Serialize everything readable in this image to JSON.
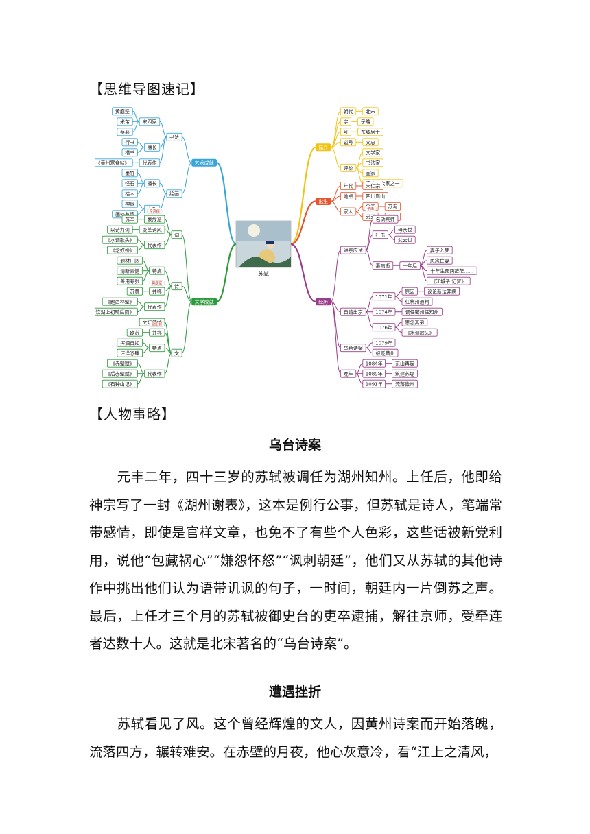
{
  "headings": {
    "mindmap": "【思维导图速记】",
    "story": "【人物事略】"
  },
  "mindmap": {
    "center": "苏轼",
    "left": [
      {
        "label": "艺术成就",
        "color": "#3aa6d8",
        "children": [
          {
            "label": "书法",
            "children": [
              {
                "label": "宋四家",
                "children": [
                  "黄庭坚",
                  "米芾",
                  "蔡襄"
                ]
              },
              {
                "label": "擅长",
                "children": [
                  "行书",
                  "楷书"
                ]
              },
              {
                "label": "代表作",
                "children": [
                  "《黄州寒食帖》"
                ]
              }
            ]
          },
          {
            "label": "绘画",
            "children": [
              {
                "label": "擅长",
                "children": [
                  "墨竹",
                  "怪石",
                  "枯木"
                ]
              },
              {
                "label": "主张",
                "children": [
                  "神似",
                  "画外有情"
                ]
              }
            ]
          }
        ]
      },
      {
        "label": "文学成就",
        "color": "#2e9a3e",
        "children": [
          {
            "label": "词",
            "children": [
              {
                "label": "豪放派",
                "note": "辛弃疾",
                "children": [
                  "苏辛"
                ]
              },
              {
                "label": "变革词风",
                "children": [
                  "以诗为词"
                ]
              },
              {
                "label": "代表作",
                "children": [
                  "《水调歌头》",
                  "《念奴娇》"
                ]
              }
            ]
          },
          {
            "label": "诗",
            "children": [
              {
                "label": "特点",
                "children": [
                  "题材广阔",
                  "清新豪健",
                  "善用夸张"
                ]
              },
              {
                "label": "并称",
                "note": "黄庭坚",
                "children": [
                  "苏黄"
                ]
              },
              {
                "label": "代表作",
                "children": [
                  "《题西林壁》",
                  "《饮湖上初晴后雨》"
                ]
              }
            ]
          },
          {
            "label": "文",
            "children": [
              {
                "label": "文坛领袖",
                "children": []
              },
              {
                "label": "并称",
                "note": "欧阳修",
                "children": [
                  "欧苏"
                ]
              },
              {
                "label": "特点",
                "children": [
                  "挥洒自如",
                  "汪洋恣肆"
                ]
              },
              {
                "label": "代表作",
                "children": [
                  "《赤壁赋》",
                  "《后赤壁赋》",
                  "《石钟山记》"
                ]
              }
            ]
          }
        ]
      }
    ],
    "right": [
      {
        "label": "简介",
        "color": "#f2c312",
        "children": [
          {
            "label": "朝代",
            "children": [
              "北宋"
            ]
          },
          {
            "label": "字",
            "children": [
              "子瞻"
            ]
          },
          {
            "label": "号",
            "children": [
              "东坡居士"
            ]
          },
          {
            "label": "谥号",
            "children": [
              "文忠"
            ]
          },
          {
            "label": "评价",
            "children": [
              "文学家",
              "书法家",
              "画家",
              "唐宋八大家之一"
            ]
          }
        ]
      },
      {
        "label": "出生",
        "color": "#e4552e",
        "children": [
          {
            "label": "年代",
            "children": [
              "宋仁宗"
            ]
          },
          {
            "label": "地点",
            "children": [
              "四川眉山"
            ]
          },
          {
            "label": "家人",
            "children": [
              {
                "label": "父亲",
                "children": [
                  "苏洵"
                ]
              },
              {
                "label": "弟弟",
                "note": "子由",
                "children": [
                  "苏辙"
                ]
              }
            ]
          }
        ]
      },
      {
        "label": "经历",
        "color": "#9a3d8a",
        "children": [
          {
            "label": "进京应试",
            "children": [
              {
                "label": "名动京师",
                "children": []
              },
              {
                "label": "打击",
                "children": [
                  "母亲世",
                  "父去世"
                ]
              },
              {
                "label": "妻病逝",
                "children": [
                  {
                    "label": "十年后",
                    "children": [
                      "妻子入梦",
                      "思念亡妻",
                      "十年生死两茫茫……",
                      "《江城子·记梦》"
                    ]
                  }
                ]
              }
            ]
          },
          {
            "label": "自请出京",
            "children": [
              {
                "label": "1071年",
                "children": [
                  {
                    "label": "原因",
                    "children": [
                      "议论新法弊病"
                    ]
                  },
                  {
                    "label": "任杭州通判",
                    "children": []
                  }
                ]
              },
              {
                "label": "1074年",
                "children": [
                  "调任密州任知州"
                ]
              },
              {
                "label": "1076年",
                "children": [
                  "思念其弟",
                  "《水调歌头》"
                ]
              }
            ]
          },
          {
            "label": "乌台诗案",
            "children": [
              "1079年",
              "被贬黄州"
            ]
          },
          {
            "label": "晚年",
            "children": [
              {
                "label": "1084年",
                "children": [
                  "东山再起"
                ]
              },
              {
                "label": "1089年",
                "children": [
                  "筑建苏堤"
                ]
              },
              {
                "label": "1091年",
                "children": [
                  "流落儋州"
                ]
              }
            ]
          }
        ]
      }
    ]
  },
  "sections": [
    {
      "title": "乌台诗案",
      "text": "元丰二年，四十三岁的苏轼被调任为湖州知州。上任后，他即给神宗写了一封《湖州谢表》，这本是例行公事，但苏轼是诗人，笔端常带感情，即使是官样文章，也免不了有些个人色彩，这些话被新党利用，说他“包藏祸心”“嫌怨怀怒”“讽刺朝廷”，他们又从苏轼的其他诗作中挑出他们认为语带讥讽的句子，一时间，朝廷内一片倒苏之声。最后，上任才三个月的苏轼被御史台的吏卒逮捕，解往京师，受牵连者达数十人。这就是北宋著名的“乌台诗案”。"
    },
    {
      "title": "遭遇挫折",
      "text": "苏轼看见了风。这个曾经辉煌的文人，因黄州诗案而开始落魄，流落四方，辗转难安。在赤壁的月夜，他心灰意冷，看“江上之清风，"
    }
  ]
}
